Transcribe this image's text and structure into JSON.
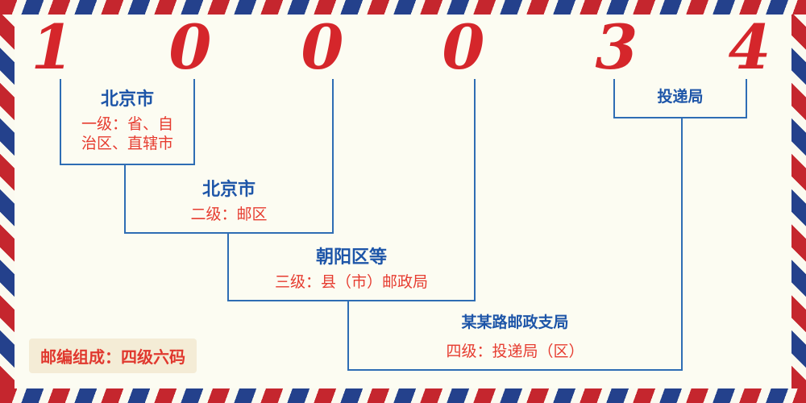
{
  "postal_code": {
    "digits": [
      "1",
      "0",
      "0",
      "0",
      "3",
      "4"
    ]
  },
  "levels": [
    {
      "title": "北京市",
      "desc1": "一级：省、自",
      "desc2": "治区、直辖市"
    },
    {
      "title": "北京市",
      "desc1": "二级：邮区"
    },
    {
      "title": "朝阳区等",
      "desc1": "三级：县（市）邮政局"
    },
    {
      "title": "某某路邮政支局",
      "desc1": "四级：投递局（区）"
    },
    {
      "title": "投递局"
    }
  ],
  "footer": {
    "composition_label": "邮编组成：四级六码"
  },
  "colors": {
    "digit_red": "#d5262b",
    "line_blue": "#2e6db4",
    "title_blue": "#1d55a8",
    "desc_red": "#e63c30",
    "border_red": "#c5262e",
    "border_blue": "#24418c",
    "background": "#fcfcf2",
    "stamp_background": "#f4ecd6"
  }
}
